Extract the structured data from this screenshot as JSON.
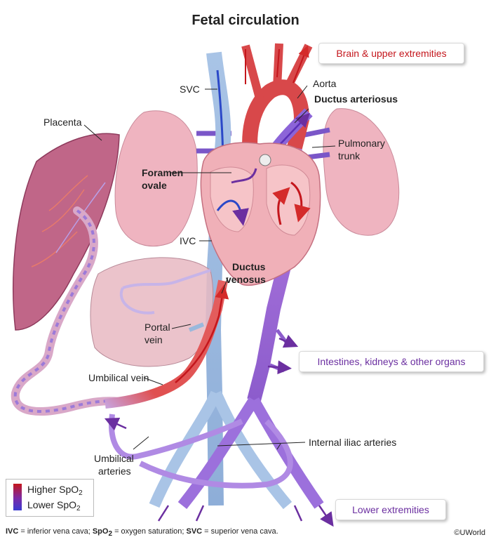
{
  "title": "Fetal circulation",
  "boxes": {
    "brain": "Brain & upper extremities",
    "intestines": "Intestines, kidneys & other organs",
    "lower": "Lower extremities"
  },
  "labels": {
    "svc": "SVC",
    "aorta": "Aorta",
    "ductus_arteriosus": "Ductus arteriosus",
    "placenta": "Placenta",
    "pulmonary_trunk_1": "Pulmonary",
    "pulmonary_trunk_2": "trunk",
    "foramen_ovale_1": "Foramen",
    "foramen_ovale_2": "ovale",
    "ivc": "IVC",
    "ductus_venosus_1": "Ductus",
    "ductus_venosus_2": "venosus",
    "portal_vein_1": "Portal",
    "portal_vein_2": "vein",
    "umbilical_vein": "Umbilical vein",
    "umbilical_arteries_1": "Umbilical",
    "umbilical_arteries_2": "arteries",
    "internal_iliac": "Internal iliac arteries"
  },
  "legend": {
    "higher_prefix": "Higher SpO",
    "lower_prefix": "Lower SpO",
    "subscript": "2"
  },
  "footer": {
    "ivc_abbr": "IVC",
    "ivc_def": " = inferior vena cava; ",
    "spo2_abbr": "SpO",
    "spo2_sub": "2",
    "spo2_def": " = oxygen saturation; ",
    "svc_abbr": "SVC",
    "svc_def": " = superior vena cava."
  },
  "credit": "©UWorld",
  "colors": {
    "oxygenated": "#d42a2a",
    "mixed": "#8a5ad0",
    "deoxygenated": "#3a4fd6",
    "vein_blue": "#9ab8dc",
    "organ_pink": "#efb4c0",
    "placenta": "#b8587a"
  }
}
